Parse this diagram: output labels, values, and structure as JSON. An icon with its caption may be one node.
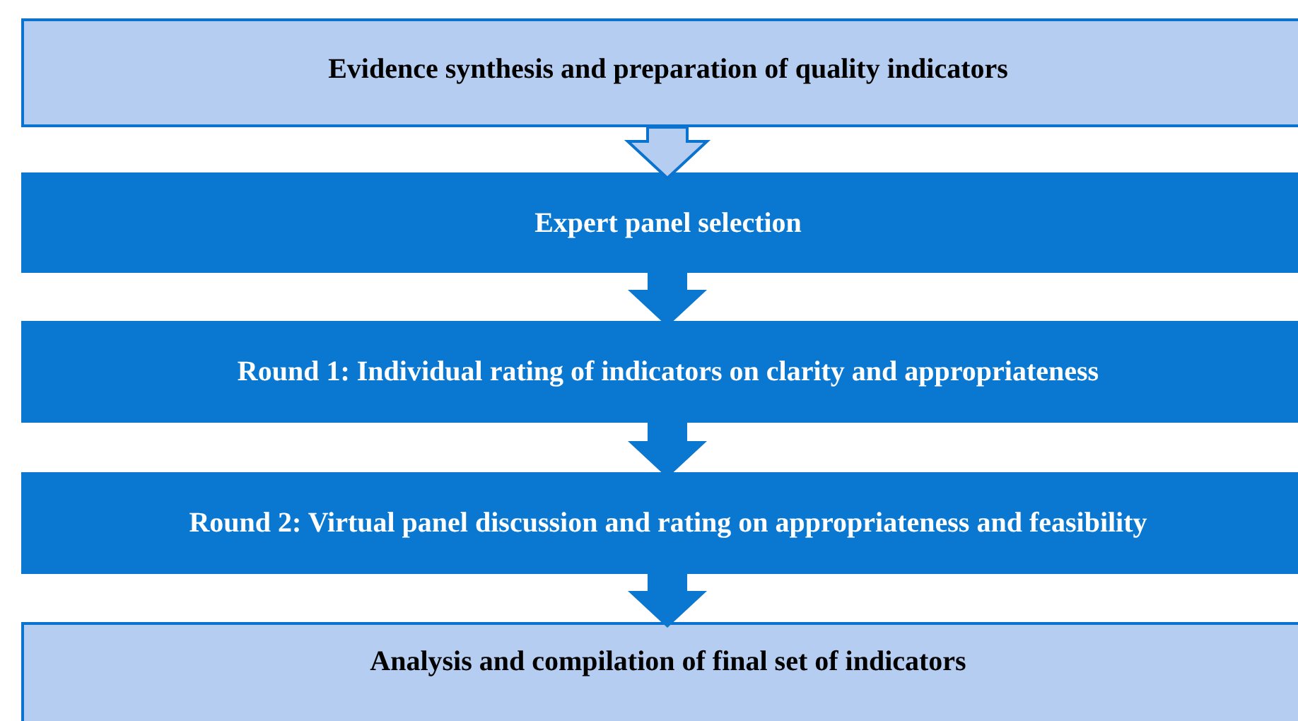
{
  "diagram": {
    "nodes": [
      {
        "text": [
          "Evidence synthesis and preparation of quality indicators"
        ]
      },
      {
        "text": [
          "Expert panel selection"
        ]
      },
      {
        "text": [
          "Round 1: Individual rating of indicators on clarity and appropriateness"
        ]
      },
      {
        "text": [
          "Round 2: Virtual panel discussion and rating on appropriateness and feasibility"
        ]
      },
      {
        "text": [
          "Analysis and compilation of final set of indicators"
        ]
      }
    ],
    "edges": [
      {
        "from": 0,
        "to": 1,
        "arrow": "to",
        "color": "#b4cdf0"
      },
      {
        "from": 1,
        "to": 2,
        "arrow": "to"
      },
      {
        "from": 2,
        "to": 3,
        "arrow": "to"
      },
      {
        "from": 3,
        "to": 4,
        "arrow": "to"
      }
    ]
  }
}
